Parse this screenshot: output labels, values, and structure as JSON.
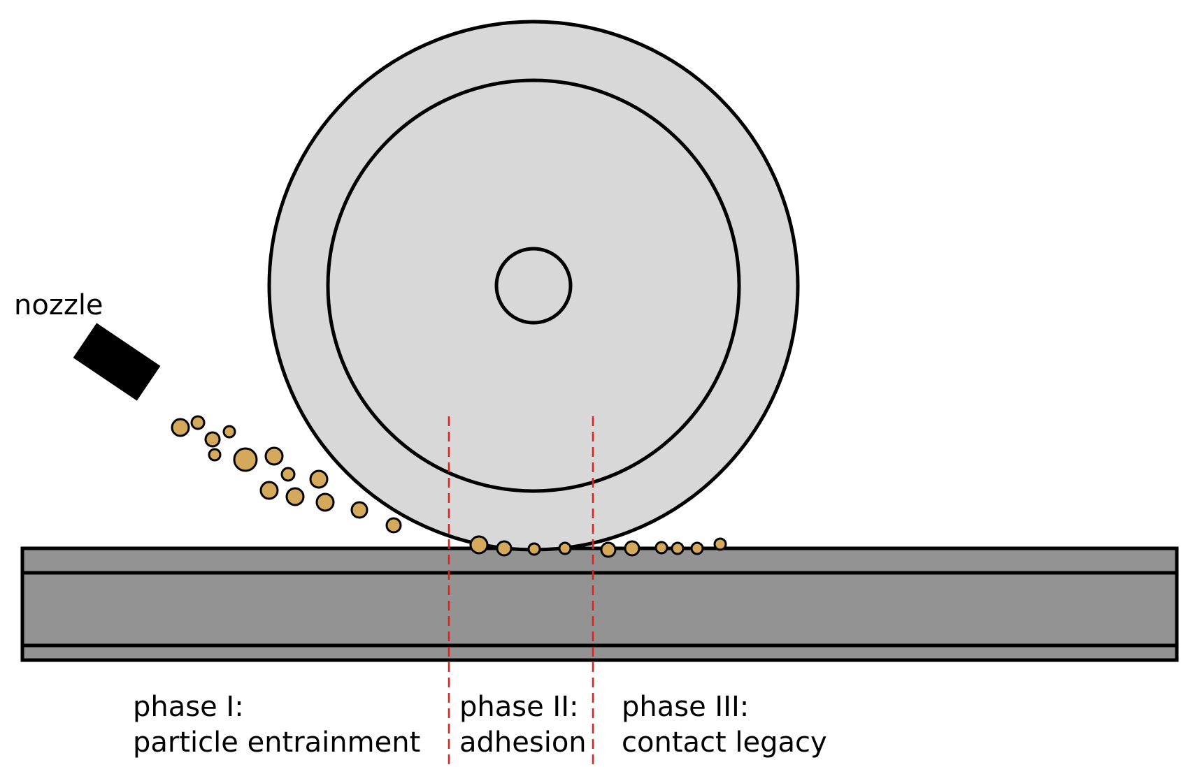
{
  "labels": {
    "nozzle": "nozzle",
    "phase1_title": "phase I:",
    "phase1_desc": "particle entrainment",
    "phase2_title": "phase II:",
    "phase2_desc": "adhesion",
    "phase3_title": "phase III:",
    "phase3_desc": "contact legacy"
  },
  "colors": {
    "wheel_fill": "#d8d8d8",
    "rail_fill": "#939393",
    "particle_fill": "#d4a95c",
    "nozzle_fill": "#000000",
    "divider_color": "#e0201b"
  }
}
